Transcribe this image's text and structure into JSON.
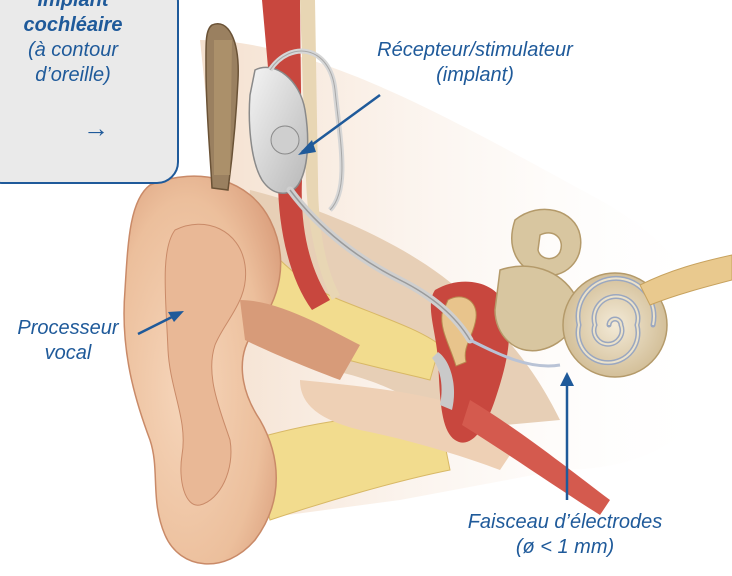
{
  "callout": {
    "title": "Implant cochléaire",
    "subtitle": "(à contour d’oreille)",
    "arrow_glyph": "→"
  },
  "labels": {
    "receiver_line1": "Récepteur/stimulateur",
    "receiver_line2": "(implant)",
    "processor_line1": "Processeur",
    "processor_line2": "vocal",
    "electrode_line1": "Faisceau d’électrodes",
    "electrode_line2": "(ø < 1 mm)"
  },
  "colors": {
    "label": "#1f5a9a",
    "skin": "#f0c9a8",
    "skin_dark": "#d9a27f",
    "fat": "#f2dc8e",
    "muscle": "#c8473e",
    "bone": "#e8d6b4",
    "cochlea": "#d8c6a0"
  }
}
